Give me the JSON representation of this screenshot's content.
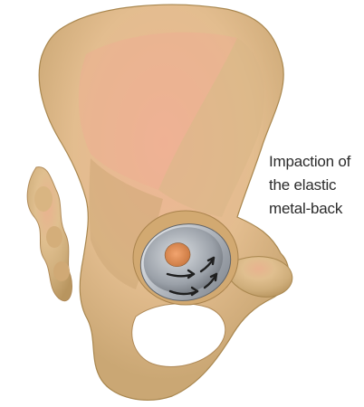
{
  "caption": {
    "lines": [
      "Impaction of",
      "the elastic",
      "metal-back"
    ]
  },
  "illustration": {
    "subject": "hip-bone-with-acetabular-metal-back",
    "bone_color": "#d9b98a",
    "bone_highlight_color": "#e8a48a",
    "metal_color": "#b8bdc4",
    "arrow_color": "#1f1f1f"
  }
}
